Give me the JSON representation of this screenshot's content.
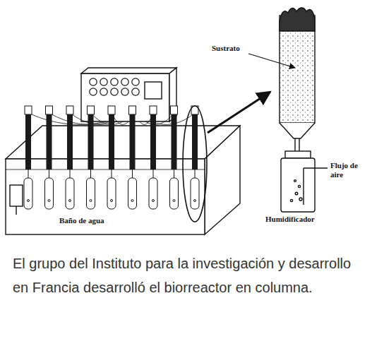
{
  "diagram": {
    "caption": "El grupo del Instituto para la investigación y desarrollo en Francia desarrolló el biorreactor en columna.",
    "labels": [
      "Sustrato",
      "Flujo de aire",
      "Humidificador",
      "Baño de agua"
    ]
  }
}
